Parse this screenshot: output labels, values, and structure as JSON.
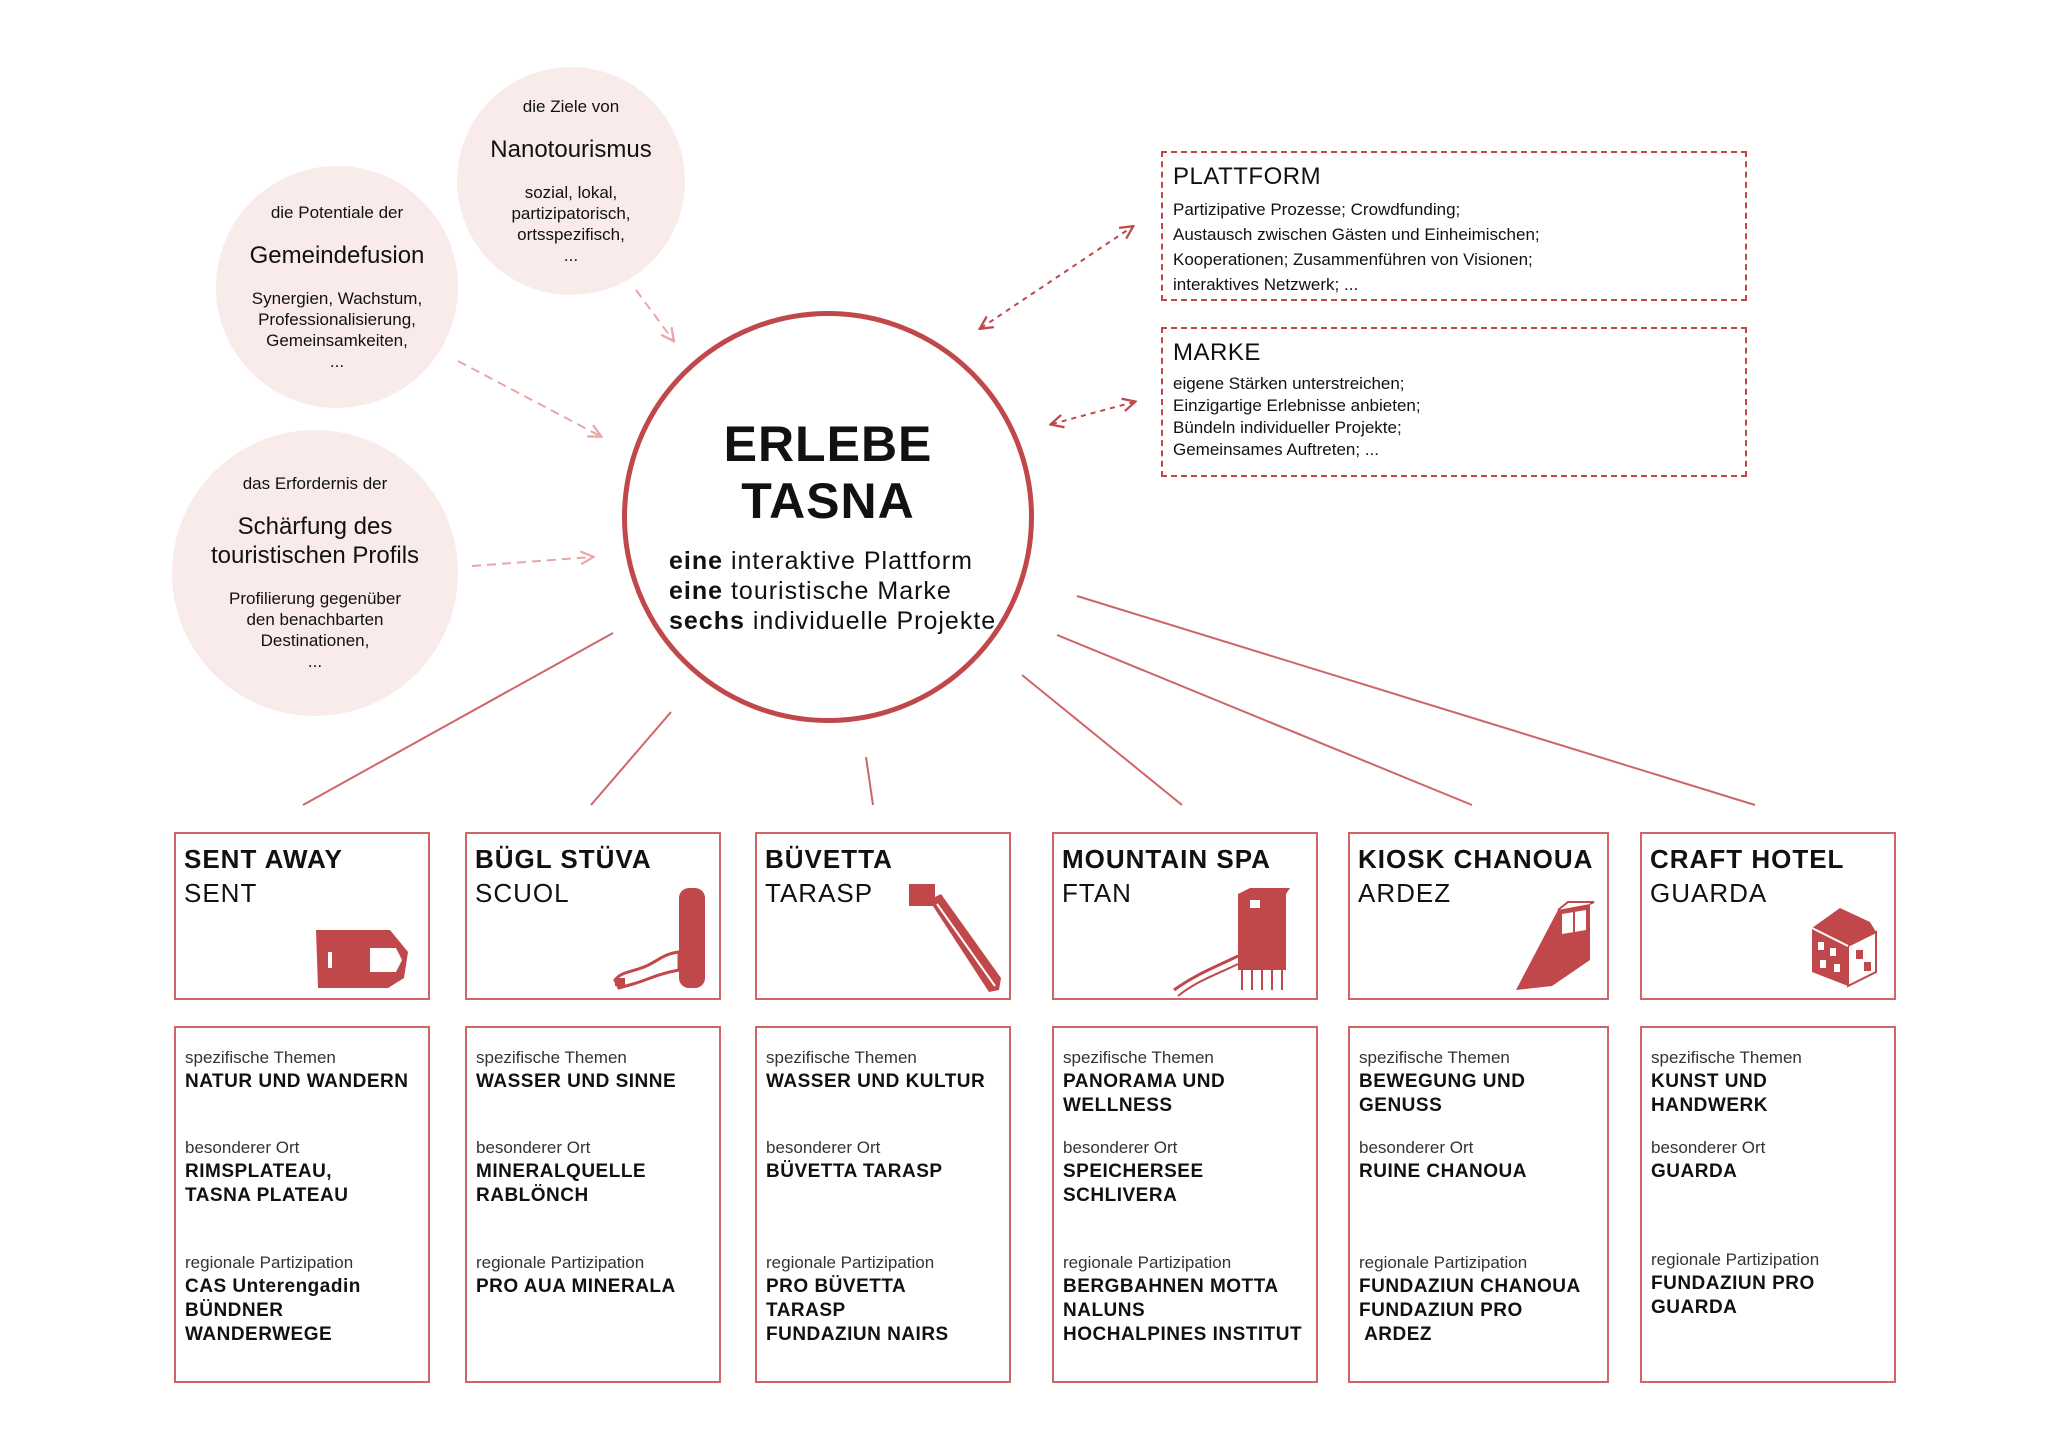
{
  "colors": {
    "accent": "#c0474a",
    "bubble": "#f8ebea",
    "line": "#cf6567"
  },
  "bubbles": {
    "nano": {
      "pre": "die Ziele von",
      "big": "Nanotourismus",
      "desc": [
        "sozial, lokal,",
        "partizipatorisch,",
        "ortsspezifisch,",
        "..."
      ]
    },
    "gem": {
      "pre": "die Potentiale der",
      "big": "Gemeindefusion",
      "desc": [
        "Synergien, Wachstum,",
        "Professionalisierung,",
        "Gemeinsamkeiten,",
        "..."
      ]
    },
    "prof": {
      "pre": "das Erfordernis der",
      "big": [
        "Schärfung des",
        "touristischen Profils"
      ],
      "desc": [
        "Profilierung gegenüber",
        "den benachbarten",
        "Destinationen,",
        "..."
      ]
    }
  },
  "core": {
    "title": [
      "ERLEBE",
      "TASNA"
    ],
    "lines": [
      {
        "bold": "eine",
        "rest": " interaktive Plattform"
      },
      {
        "bold": "eine",
        "rest": " touristische Marke"
      },
      {
        "bold": "sechs",
        "rest": " individuelle Projekte"
      }
    ]
  },
  "plattform": {
    "heading": "PLATTFORM",
    "lines": [
      "Partizipative Prozesse; Crowdfunding;",
      "Austausch zwischen Gästen und Einheimischen;",
      "Kooperationen; Zusammenführen von Visionen;",
      "interaktives Netzwerk; ..."
    ]
  },
  "marke": {
    "heading": "MARKE",
    "lines": [
      "eigene Stärken unterstreichen;",
      "Einzigartige Erlebnisse anbieten;",
      "Bündeln individueller Projekte;",
      "Gemeinsames Auftreten; ..."
    ]
  },
  "labels": {
    "themen": "spezifische Themen",
    "ort": "besonderer Ort",
    "partizipation": "regionale Partizipation"
  },
  "projects": [
    {
      "name": "SENT AWAY",
      "place": "SENT",
      "icon": "cabin-icon",
      "themen": "NATUR UND WANDERN",
      "ort": "RIMSPLATEAU,\nTASNA PLATEAU",
      "partizipation": "CAS Unterengadin\nBÜNDNER\nWANDERWEGE"
    },
    {
      "name": "BÜGL STÜVA",
      "place": "SCUOL",
      "icon": "fountain-tower-icon",
      "themen": "WASSER UND SINNE",
      "ort": "MINERALQUELLE\nRABLÖNCH",
      "partizipation": "PRO AUA MINERALA"
    },
    {
      "name": "BÜVETTA",
      "place": "TARASP",
      "icon": "pipe-icon",
      "themen": "WASSER UND KULTUR",
      "ort": "BÜVETTA TARASP",
      "partizipation": "PRO BÜVETTA\nTARASP\nFUNDAZIUN NAIRS"
    },
    {
      "name": "MOUNTAIN SPA",
      "place": "FTAN",
      "icon": "spa-tower-icon",
      "themen": "PANORAMA UND\nWELLNESS",
      "ort": "SPEICHERSEE\nSCHLIVERA",
      "partizipation": "BERGBAHNEN MOTTA\nNALUNS\nHOCHALPINES INSTITUT"
    },
    {
      "name": "KIOSK CHANOUA",
      "place": "ARDEZ",
      "icon": "kiosk-icon",
      "themen": "BEWEGUNG UND\nGENUSS",
      "ort": "RUINE CHANOUA",
      "partizipation": "FUNDAZIUN CHANOUA\nFUNDAZIUN PRO\n ARDEZ"
    },
    {
      "name": "CRAFT HOTEL",
      "place": "GUARDA",
      "icon": "house-icon",
      "themen": "KUNST UND\nHANDWERK",
      "ort": "GUARDA",
      "partizipation": "FUNDAZIUN PRO\nGUARDA"
    }
  ]
}
